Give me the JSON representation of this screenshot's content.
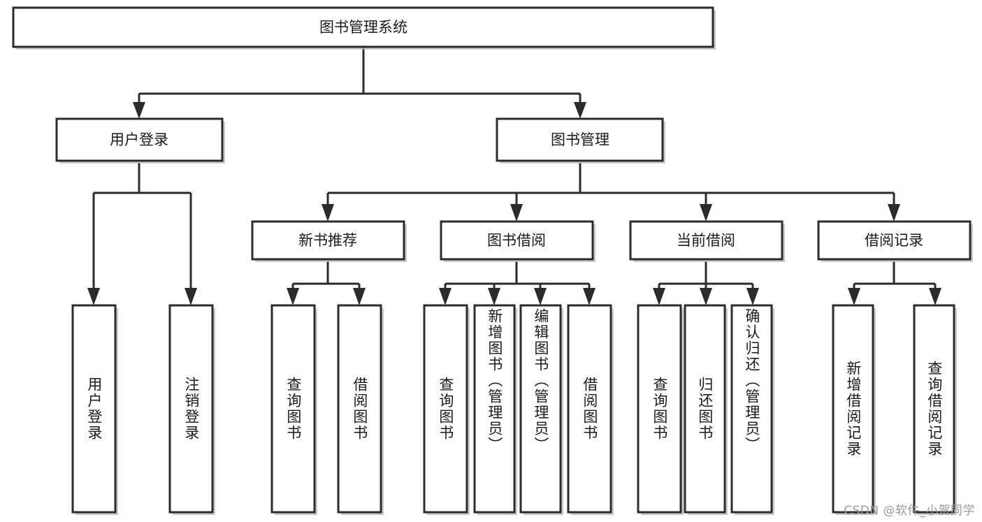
{
  "diagram": {
    "type": "tree-hierarchy",
    "title": "图书管理系统",
    "watermark": "CSDN @软件_小贺同学",
    "colors": {
      "box_fill": "#ffffff",
      "box_stroke": "#2b2b2b",
      "shadow": "#b9b9b9",
      "text": "#1a1a1a",
      "watermark": "#9a9a9a"
    },
    "levels": {
      "root": {
        "label": "图书管理系统"
      },
      "level2": [
        {
          "label": "用户登录"
        },
        {
          "label": "图书管理"
        }
      ],
      "level3": [
        {
          "label": "新书推荐"
        },
        {
          "label": "图书借阅"
        },
        {
          "label": "当前借阅"
        },
        {
          "label": "借阅记录"
        }
      ],
      "level4": [
        {
          "label": "用户登录",
          "parent": "用户登录"
        },
        {
          "label": "注销登录",
          "parent": "用户登录"
        },
        {
          "label": "查询图书",
          "parent": "新书推荐"
        },
        {
          "label": "借阅图书",
          "parent": "新书推荐"
        },
        {
          "label": "查询图书",
          "parent": "图书借阅"
        },
        {
          "label": "新增图书（管理员）",
          "parent": "图书借阅"
        },
        {
          "label": "编辑图书（管理员）",
          "parent": "图书借阅"
        },
        {
          "label": "借阅图书",
          "parent": "图书借阅"
        },
        {
          "label": "查询图书",
          "parent": "当前借阅"
        },
        {
          "label": "归还图书",
          "parent": "当前借阅"
        },
        {
          "label": "确认归还（管理员）",
          "parent": "当前借阅"
        },
        {
          "label": "新增借阅记录",
          "parent": "借阅记录"
        },
        {
          "label": "查询借阅记录",
          "parent": "借阅记录"
        }
      ]
    }
  }
}
